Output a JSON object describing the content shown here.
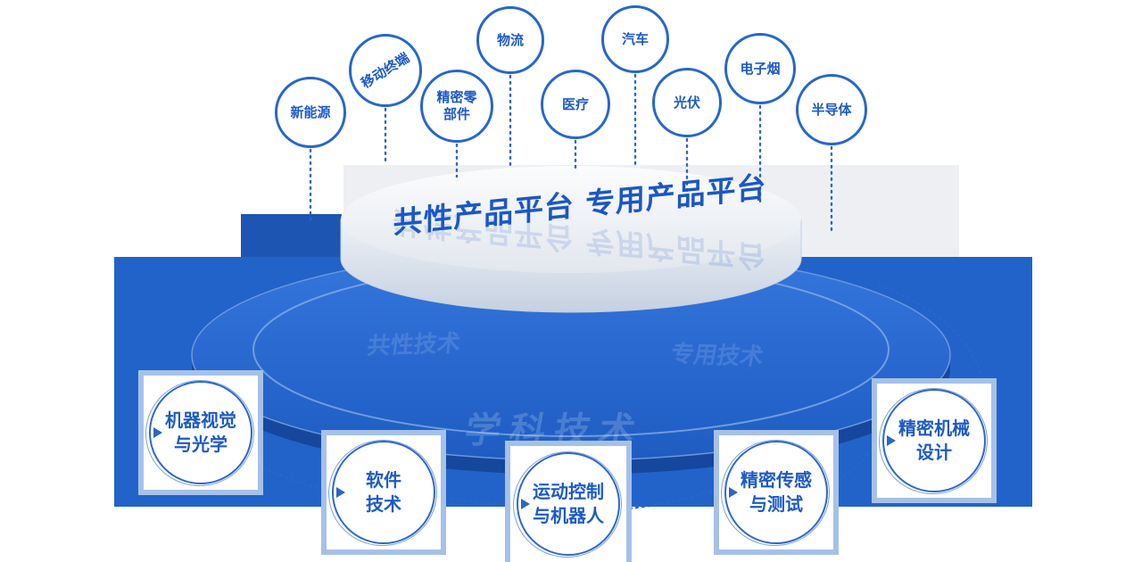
{
  "platform": {
    "label": "共性产品平台  专用产品平台"
  },
  "watermarks": {
    "left": "共性技术",
    "right": "专用技术",
    "bottom": "学科技术"
  },
  "industries": [
    {
      "label": "新能源"
    },
    {
      "label": "移动终端"
    },
    {
      "line1": "精密零",
      "line2": "部件"
    },
    {
      "label": "物流"
    },
    {
      "label": "医疗"
    },
    {
      "label": "汽车"
    },
    {
      "label": "光伏"
    },
    {
      "label": "电子烟"
    },
    {
      "label": "半导体"
    }
  ],
  "technologies": [
    {
      "line1": "机器视觉",
      "line2": "与光学"
    },
    {
      "line1": "软件",
      "line2": "技术"
    },
    {
      "line1": "运动控制",
      "line2": "与机器人"
    },
    {
      "line1": "精密传感",
      "line2": "与测试"
    },
    {
      "line1": "精密机械",
      "line2": "设计"
    }
  ],
  "colors": {
    "primary_blue": "#2263c9",
    "disc_top_blue": "#3577dd",
    "disc_shadow_blue": "#15479c",
    "text_blue": "#1d5ac6",
    "frame_light_blue": "#a6c1e8",
    "panel_gray": "#edeff2",
    "dark_rect_blue": "#1d55b2"
  }
}
